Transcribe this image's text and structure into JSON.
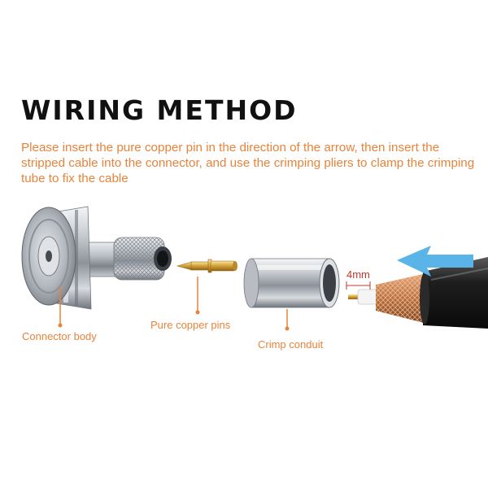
{
  "title": "WIRING METHOD",
  "instructions": "Please insert the pure copper pin in the direction of the arrow, then insert the stripped cable into the connector, and use the crimping pliers to clamp the crimping tube to fix the cable",
  "labels": {
    "connector_body": "Connector body",
    "copper_pins": "Pure copper pins",
    "crimp_conduit": "Crimp conduit",
    "strip_length": "4mm"
  },
  "colors": {
    "accent": "#e8833a",
    "arrow": "#5ab4e8",
    "dimension": "#c0392b",
    "title": "#111111"
  }
}
